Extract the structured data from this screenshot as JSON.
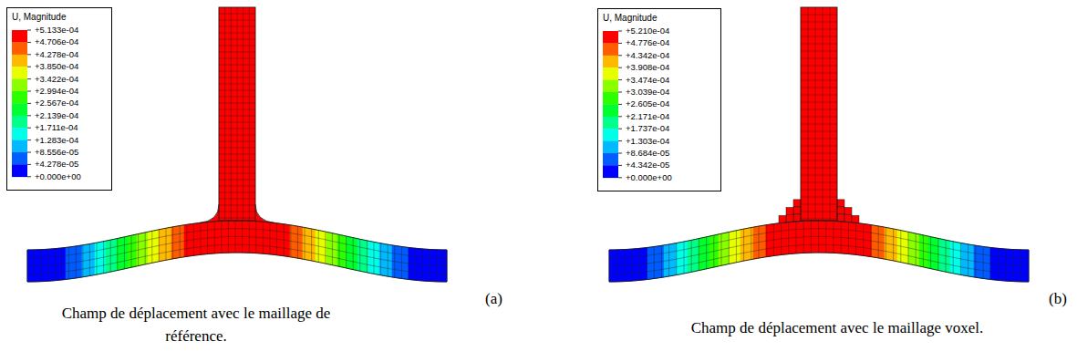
{
  "diagram": {
    "nodes": [
      {
        "text": [
          "U, Magnitude",
          "+5.133e-04",
          "+4.706e-04",
          "+4.278e-04",
          "+3.850e-04",
          "+3.422e-04",
          "+2.994e-04",
          "+2.567e-04",
          "+2.139e-04",
          "+1.711e-04",
          "+1.283e-04",
          "+8.556e-05",
          "+4.278e-05",
          "+0.000e+00"
        ]
      },
      {
        "text": [
          "U, Magnitude",
          "+5.210e-04",
          "+4.776e-04",
          "+4.342e-04",
          "+3.908e-04",
          "+3.474e-04",
          "+3.039e-04",
          "+2.605e-04",
          "+2.171e-04",
          "+1.737e-04",
          "+1.303e-04",
          "+8.684e-05",
          "+4.342e-05",
          "+0.000e+00"
        ]
      }
    ],
    "labels": [
      "(a)",
      "Champ de déplacement avec le maillage de référence.",
      "(b)",
      "Champ de déplacement avec le maillage voxel."
    ]
  }
}
